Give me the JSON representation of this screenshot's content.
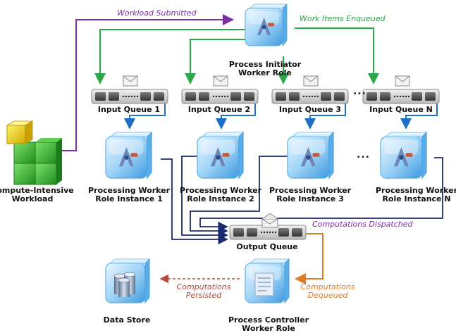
{
  "workload": {
    "title_line1": "Compute-Intensive",
    "title_line2": "Workload"
  },
  "initiator": {
    "title_line1": "Process Initiator",
    "title_line2": "Worker Role"
  },
  "queues": [
    {
      "label": "Input Queue 1"
    },
    {
      "label": "Input Queue 2"
    },
    {
      "label": "Input Queue 3"
    },
    {
      "label": "Input Queue N"
    }
  ],
  "workers": [
    {
      "line1": "Processing Worker",
      "line2": "Role Instance 1"
    },
    {
      "line1": "Processing Worker",
      "line2": "Role Instance 2"
    },
    {
      "line1": "Processing Worker",
      "line2": "Role Instance 3"
    },
    {
      "line1": "Processing Worker",
      "line2": "Role Instance N"
    }
  ],
  "output_queue": {
    "label": "Output Queue"
  },
  "controller": {
    "title_line1": "Process Controller",
    "title_line2": "Worker Role"
  },
  "datastore": {
    "label": "Data Store"
  },
  "annotations": {
    "workload_submitted": "Workload Submitted",
    "work_items_enqueued": "Work Items Enqueued",
    "computations_dispatched": "Computations Dispatched",
    "computations_dequeued_1": "Computations",
    "computations_dequeued_2": "Dequeued",
    "computations_persisted_1": "Computations",
    "computations_persisted_2": "Persisted",
    "ellipsis": "..."
  },
  "colors": {
    "purple": "#7b2fa5",
    "green": "#2aa84a",
    "blue": "#1e6fc4",
    "navy": "#1a2a6e",
    "orange": "#e07c24",
    "red": "#b5483a"
  },
  "icons": [
    "cube-icon",
    "role-cube-icon",
    "queue-icon",
    "envelope-icon",
    "database-icon"
  ]
}
